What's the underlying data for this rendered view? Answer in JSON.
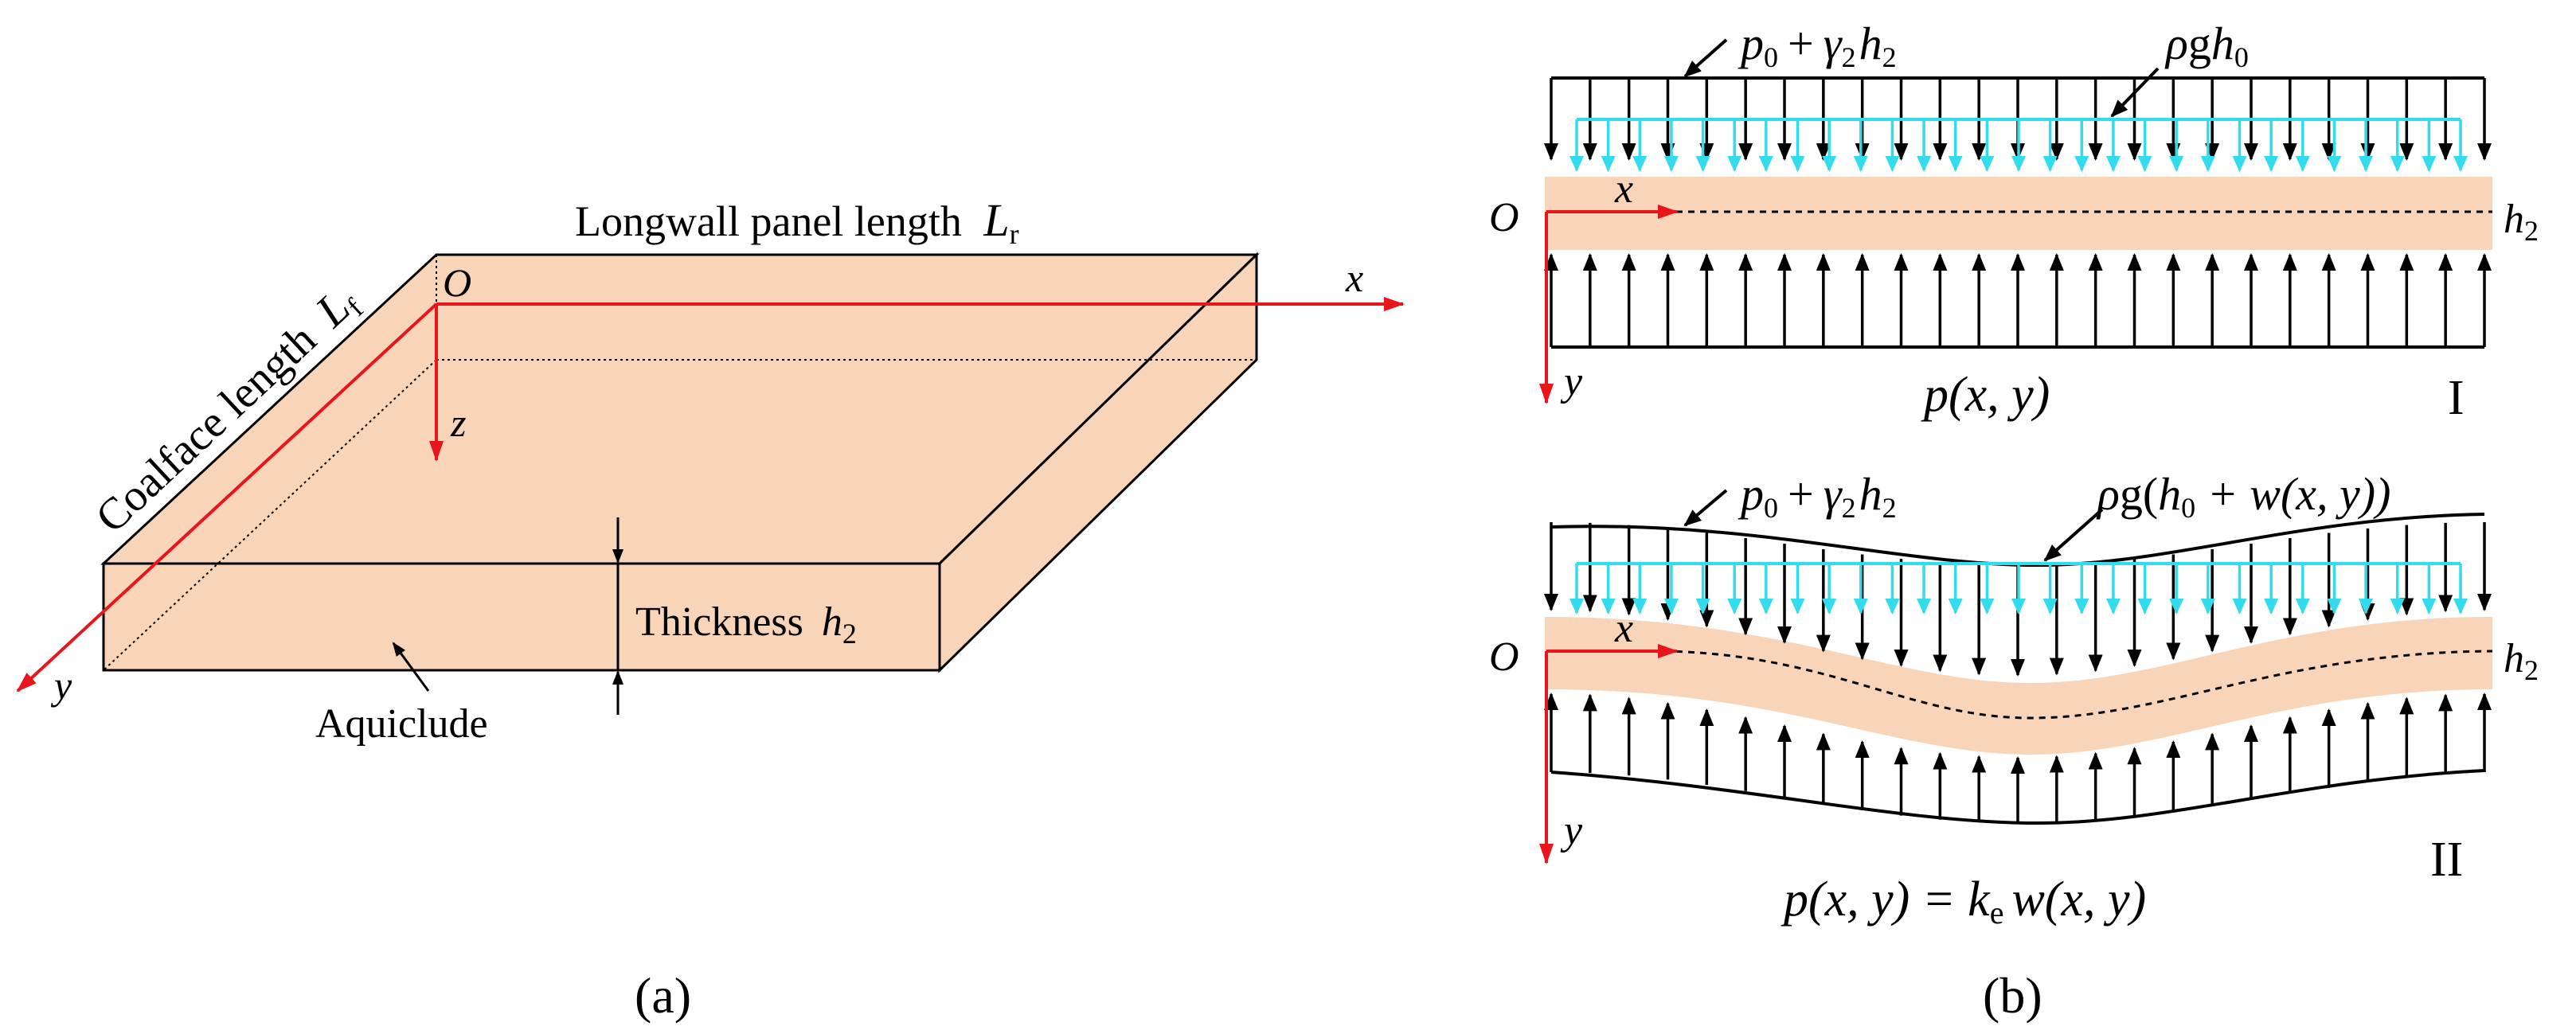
{
  "colors": {
    "slab": "#f8d4b8",
    "axis": "#e8151b",
    "load": "#33dcec",
    "line": "#000000"
  },
  "panel_a": {
    "panel_length_label": "Longwall panel length",
    "panel_length_symbol": "L",
    "panel_length_sub": "r",
    "coalface_label": "Coalface length",
    "coalface_symbol": "L",
    "coalface_sub": "f",
    "origin": "O",
    "axis_x": "x",
    "axis_y": "y",
    "axis_z": "z",
    "thickness_label": "Thickness",
    "thickness_symbol": "h",
    "thickness_sub": "2",
    "aquiclude_label": "Aquiclude",
    "caption": "(a)"
  },
  "panel_b": {
    "diagram_1": {
      "top_load_p": "p",
      "top_load_p_sub": "0",
      "top_load_plus": "+",
      "top_load_gamma": "γ",
      "top_load_gamma_sub": "2",
      "top_load_h": "h",
      "top_load_h_sub": "2",
      "water_load_rho": "ρ",
      "water_load_g": "g",
      "water_load_h": "h",
      "water_load_h_sub": "0",
      "origin": "O",
      "axis_x": "x",
      "axis_y": "y",
      "layer_h": "h",
      "layer_h_sub": "2",
      "bottom_load": "p(x, y)",
      "roman": "I"
    },
    "diagram_2": {
      "top_load_p": "p",
      "top_load_p_sub": "0",
      "top_load_plus": "+",
      "top_load_gamma": "γ",
      "top_load_gamma_sub": "2",
      "top_load_h": "h",
      "top_load_h_sub": "2",
      "water_load_rho": "ρ",
      "water_load_g": "g(",
      "water_load_h": "h",
      "water_load_h_sub": "0",
      "water_load_tail": " + w(x, y))",
      "origin": "O",
      "axis_x": "x",
      "axis_y": "y",
      "layer_h": "h",
      "layer_h_sub": "2",
      "bottom_load_lhs": "p(x, y) = k",
      "bottom_load_sub": "e",
      "bottom_load_rhs": "w(x, y)",
      "roman": "II"
    },
    "caption": "(b)"
  }
}
